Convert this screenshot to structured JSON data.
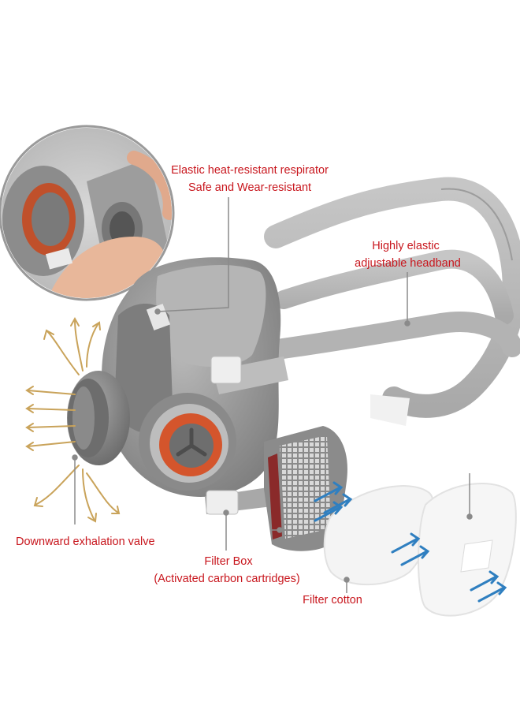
{
  "annotations": {
    "respirator_line1": "Elastic heat-resistant respirator",
    "respirator_line2": "Safe and Wear-resistant",
    "headband_line1": "Highly elastic",
    "headband_line2": "adjustable headband",
    "valve": "Downward exhalation valve",
    "filter_box_line1": "Filter Box",
    "filter_box_line2": "(Activated carbon cartridges)",
    "filter_cotton": "Filter cotton"
  },
  "colors": {
    "label_text": "#c8161d",
    "mask_body": "#9a9a9a",
    "mask_dark": "#6f6f6f",
    "strap": "#b9b9b9",
    "valve_ring": "#d2542b",
    "air_arrow": "#2f7fc0",
    "exhale_arrow": "#c9a35a"
  },
  "icons": {
    "inset_photo": "hand-holding-cartridge-photo",
    "mask": "half-face-respirator",
    "cartridge": "filter-cartridge",
    "cotton": "filter-cotton-pad"
  }
}
